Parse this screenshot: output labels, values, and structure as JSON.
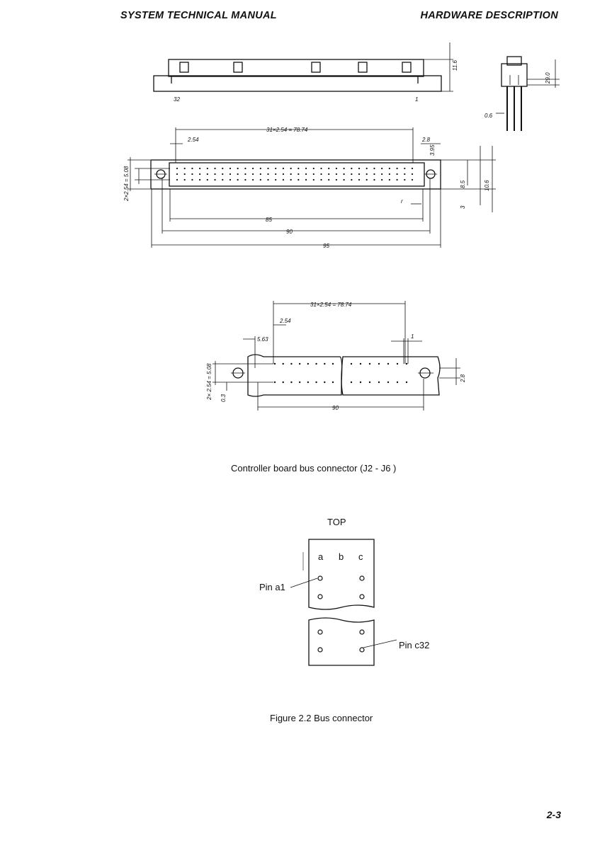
{
  "header": {
    "left": "SYSTEM TECHNICAL MANUAL",
    "right": "HARDWARE DESCRIPTION"
  },
  "drawing1": {
    "d_height": "11.6",
    "d_side_height": "29.0",
    "d_pin": "0.6",
    "d_pitch_total": "31×2.54 = 78.74",
    "d_pitch": "2.54",
    "d_28": "2.8",
    "d_395": "3.95",
    "d_row": "2×2.54 = 5.08",
    "d_85": "8.5",
    "d_106": "10.6",
    "d_r": "r",
    "d_3": "3",
    "d_85len": "85",
    "d_90": "90",
    "d_95": "95",
    "pin32": "32",
    "pin1": "1"
  },
  "drawing2": {
    "d_pitch_total": "31×2.54 = 78.74",
    "d_pitch": "2.54",
    "d_563": "5.63",
    "d_1": "1",
    "d_row": "2× 2.54 = 5.08",
    "d_03": "0.3",
    "d_28": "2.8",
    "d_90": "90"
  },
  "sub_caption": "Controller board bus connector (J2 - J6 )",
  "pin_diagram": {
    "top_label": "TOP",
    "col_a": "a",
    "col_b": "b",
    "col_c": "c",
    "pin_a1": "Pin a1",
    "pin_c32": "Pin c32"
  },
  "figure_caption": "Figure 2.2   Bus connector",
  "page_number": "2-3"
}
